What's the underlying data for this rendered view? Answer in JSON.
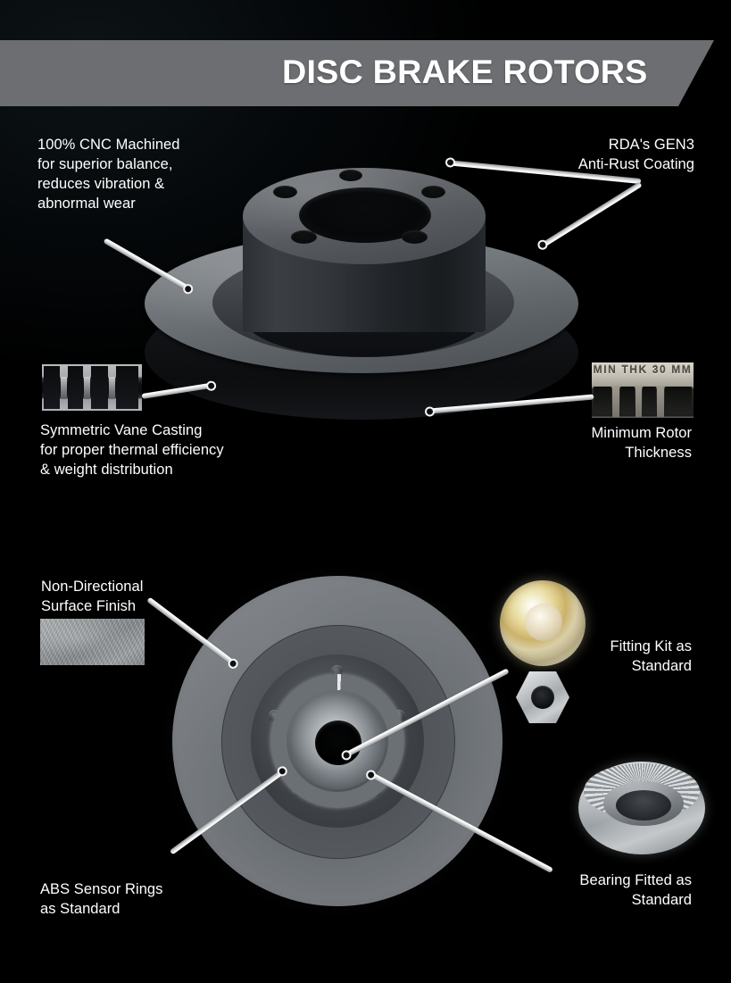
{
  "banner": {
    "title": "DISC BRAKE ROTORS",
    "bg_color": "#6d6e71",
    "text_color": "#ffffff"
  },
  "background_color": "#000000",
  "callouts": [
    {
      "id": "cnc-machined",
      "text": "100% CNC Machined\nfor superior balance,\nreduces vibration &\nabnormal wear",
      "align": "left"
    },
    {
      "id": "anti-rust-coating",
      "text": "RDA's GEN3\nAnti-Rust Coating",
      "align": "right"
    },
    {
      "id": "vane-casting",
      "text": "Symmetric Vane Casting\nfor proper thermal efficiency\n& weight distribution",
      "align": "left"
    },
    {
      "id": "min-rotor-thickness",
      "text": "Minimum Rotor\nThickness",
      "align": "right"
    },
    {
      "id": "surface-finish",
      "text": "Non-Directional\nSurface Finish",
      "align": "left"
    },
    {
      "id": "fitting-kit",
      "text": "Fitting Kit as\nStandard",
      "align": "right"
    },
    {
      "id": "abs-sensor-rings",
      "text": "ABS Sensor Rings\nas Standard",
      "align": "left"
    },
    {
      "id": "bearing-fitted",
      "text": "Bearing Fitted as\nStandard",
      "align": "right"
    }
  ],
  "insets": {
    "min_thickness_stamp": "MIN THK 30 MM"
  },
  "products": {
    "top_rotor_label": "vented disc brake rotor, three-quarter view",
    "bottom_rotor_label": "disc brake rotor with hub, ABS ring, face view",
    "fitting_kit_label": "fitting kit washer and flange nut",
    "bearing_label": "tapered roller bearing"
  }
}
